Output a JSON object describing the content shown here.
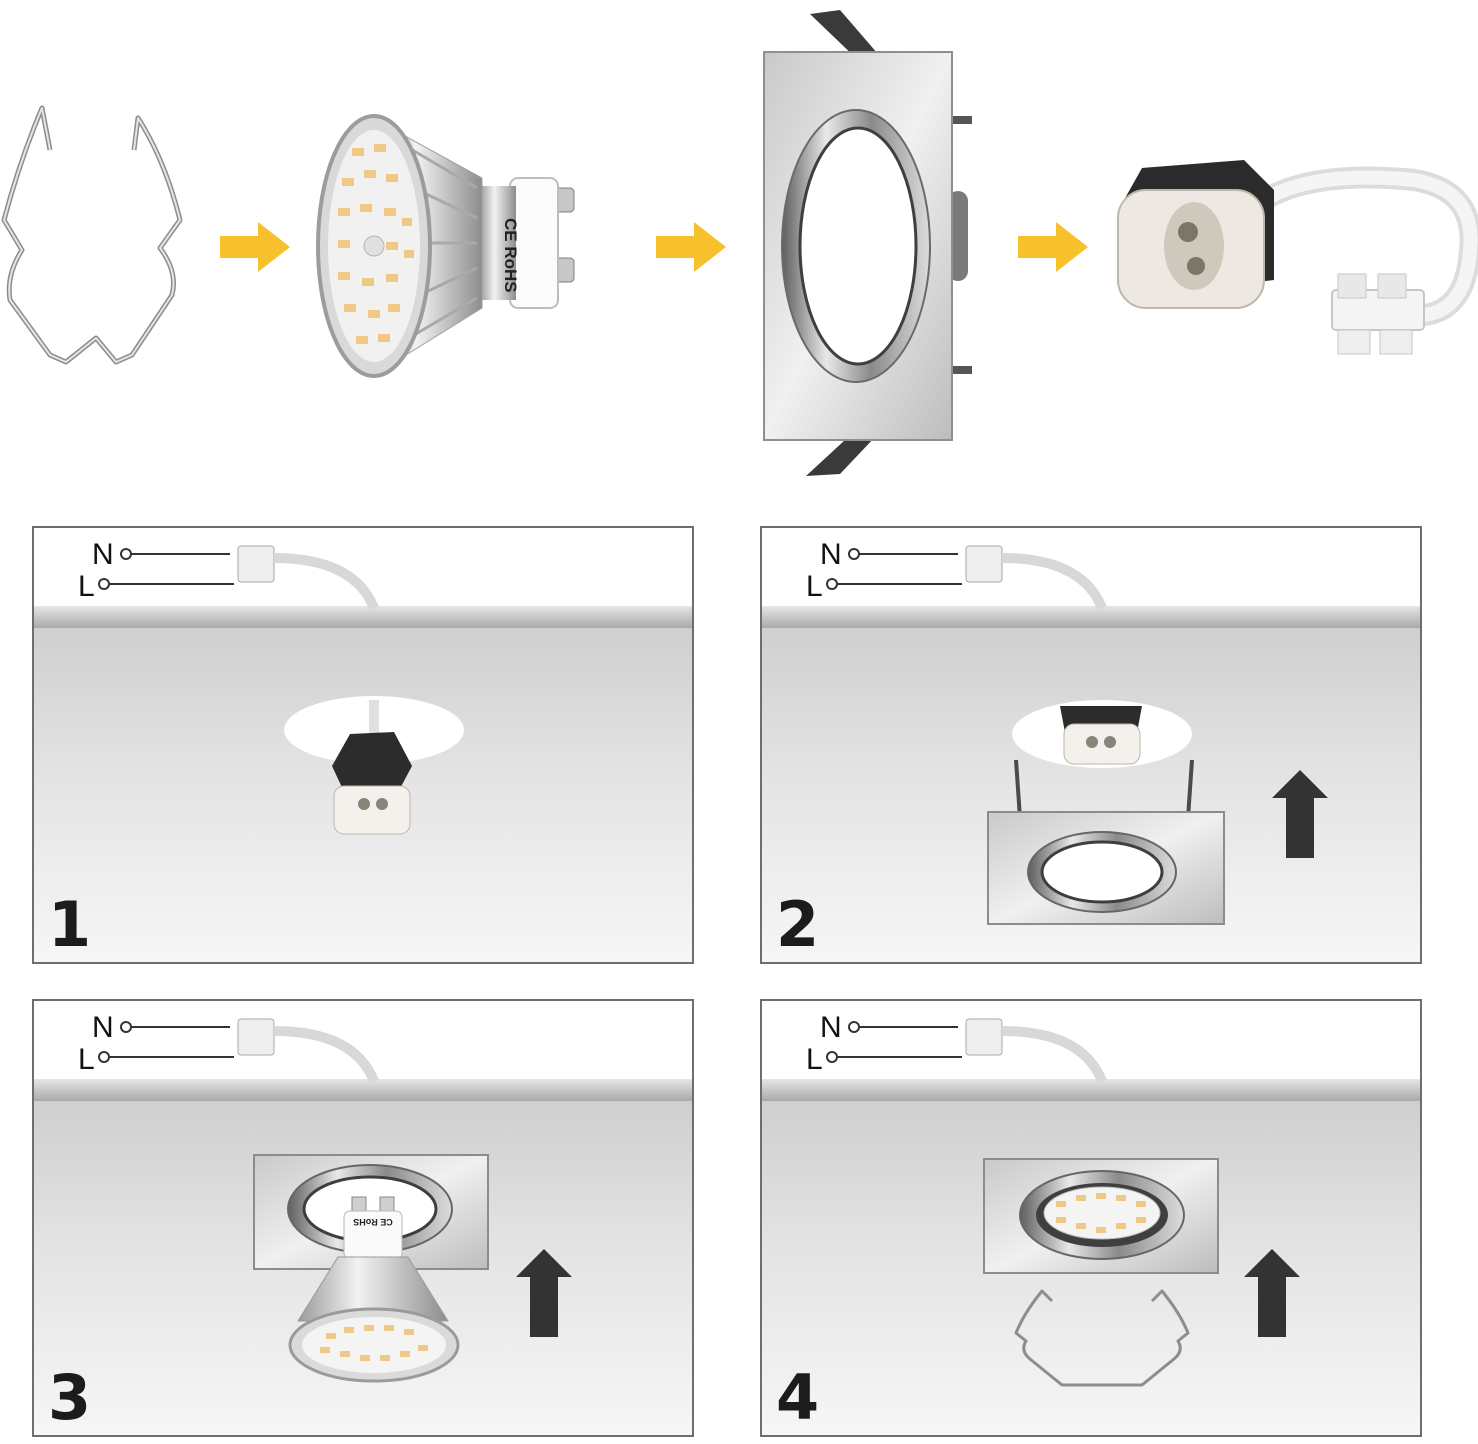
{
  "bulb": {
    "marking": "CE RoHS"
  },
  "colors": {
    "arrow": "#f6c12c",
    "up_arrow": "#333333",
    "panel_border": "#6e6e6e"
  },
  "icons": [
    "retaining-clip-icon",
    "gu10-led-bulb-icon",
    "square-downlight-frame-icon",
    "gu10-socket-icon",
    "arrow-right-icon",
    "arrow-up-icon"
  ],
  "steps": [
    {
      "number": "1",
      "wire_n": "N",
      "wire_l": "L"
    },
    {
      "number": "2",
      "wire_n": "N",
      "wire_l": "L"
    },
    {
      "number": "3",
      "wire_n": "N",
      "wire_l": "L"
    },
    {
      "number": "4",
      "wire_n": "N",
      "wire_l": "L"
    }
  ]
}
